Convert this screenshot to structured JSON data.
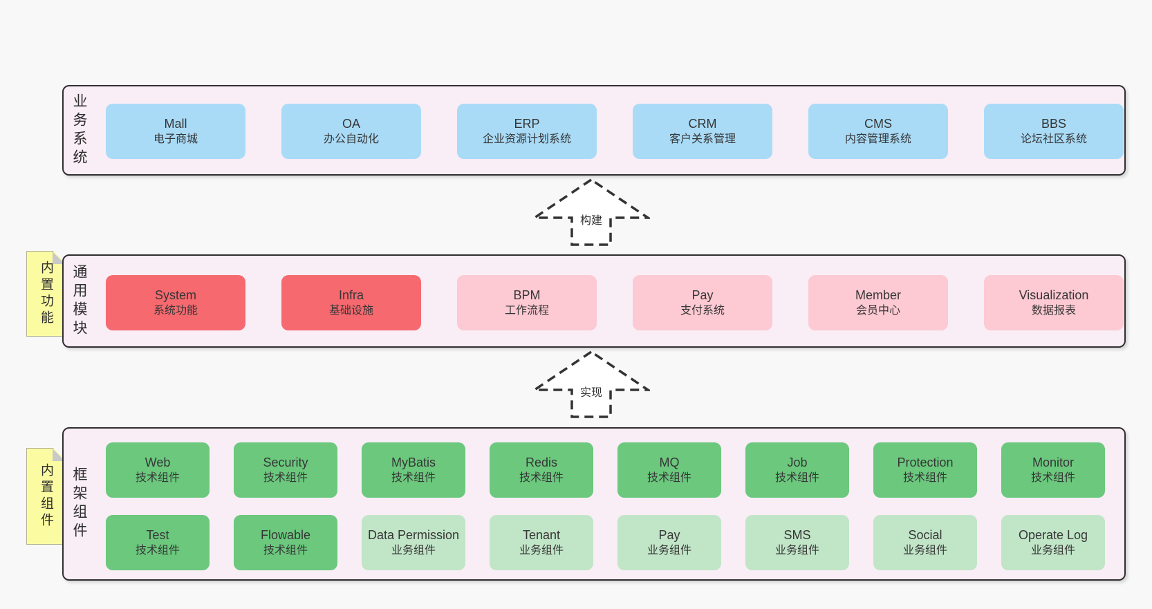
{
  "colors": {
    "page_bg": "#f8f8f8",
    "panel_bg": "#f9edf6",
    "panel_border": "#2f2f2f",
    "system_blue": "#a9dbf7",
    "module_red": "#f5696f",
    "module_pink": "#fdc9d3",
    "component_green": "#6bc87d",
    "component_light_green": "#c1e5c7",
    "note_yellow": "#fbfba2",
    "note_fold_gray": "#c9c9c9",
    "text": "#363636",
    "arrow_stroke": "#333333"
  },
  "business": {
    "label": "业务系统",
    "boxes": [
      {
        "title": "Mall",
        "subtitle": "电子商城",
        "variant": "blue"
      },
      {
        "title": "OA",
        "subtitle": "办公自动化",
        "variant": "blue"
      },
      {
        "title": "ERP",
        "subtitle": "企业资源计划系统",
        "variant": "blue"
      },
      {
        "title": "CRM",
        "subtitle": "客户关系管理",
        "variant": "blue"
      },
      {
        "title": "CMS",
        "subtitle": "内容管理系统",
        "variant": "blue"
      },
      {
        "title": "BBS",
        "subtitle": "论坛社区系统",
        "variant": "blue"
      }
    ]
  },
  "modules": {
    "note": "内置功能",
    "label": "通用模块",
    "boxes": [
      {
        "title": "System",
        "subtitle": "系统功能",
        "variant": "red"
      },
      {
        "title": "Infra",
        "subtitle": "基础设施",
        "variant": "red"
      },
      {
        "title": "BPM",
        "subtitle": "工作流程",
        "variant": "pink"
      },
      {
        "title": "Pay",
        "subtitle": "支付系统",
        "variant": "pink"
      },
      {
        "title": "Member",
        "subtitle": "会员中心",
        "variant": "pink"
      },
      {
        "title": "Visualization",
        "subtitle": "数据报表",
        "variant": "pink"
      }
    ]
  },
  "components": {
    "note": "内置组件",
    "label": "框架组件",
    "row1": [
      {
        "title": "Web",
        "subtitle": "技术组件",
        "variant": "green"
      },
      {
        "title": "Security",
        "subtitle": "技术组件",
        "variant": "green"
      },
      {
        "title": "MyBatis",
        "subtitle": "技术组件",
        "variant": "green"
      },
      {
        "title": "Redis",
        "subtitle": "技术组件",
        "variant": "green"
      },
      {
        "title": "MQ",
        "subtitle": "技术组件",
        "variant": "green"
      },
      {
        "title": "Job",
        "subtitle": "技术组件",
        "variant": "green"
      },
      {
        "title": "Protection",
        "subtitle": "技术组件",
        "variant": "green"
      },
      {
        "title": "Monitor",
        "subtitle": "技术组件",
        "variant": "green"
      }
    ],
    "row2": [
      {
        "title": "Test",
        "subtitle": "技术组件",
        "variant": "green"
      },
      {
        "title": "Flowable",
        "subtitle": "技术组件",
        "variant": "green"
      },
      {
        "title": "Data Permission",
        "subtitle": "业务组件",
        "variant": "light_green"
      },
      {
        "title": "Tenant",
        "subtitle": "业务组件",
        "variant": "light_green"
      },
      {
        "title": "Pay",
        "subtitle": "业务组件",
        "variant": "light_green"
      },
      {
        "title": "SMS",
        "subtitle": "业务组件",
        "variant": "light_green"
      },
      {
        "title": "Social",
        "subtitle": "业务组件",
        "variant": "light_green"
      },
      {
        "title": "Operate Log",
        "subtitle": "业务组件",
        "variant": "light_green"
      }
    ]
  },
  "arrows": [
    {
      "label": "构建"
    },
    {
      "label": "实现"
    }
  ]
}
